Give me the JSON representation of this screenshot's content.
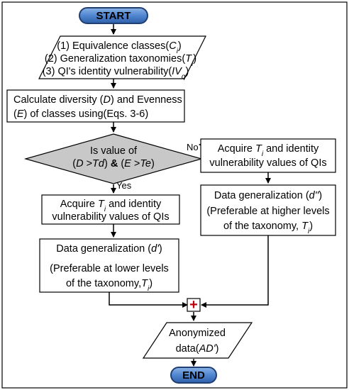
{
  "flowchart": {
    "start": "START",
    "end": "END",
    "inputs": {
      "line1": "(1) Equivalence classes(",
      "line1_sym": "C",
      "line1_sub": "i",
      "line1_tail": ")",
      "line2": "(2) Generalization taxonomies(",
      "line2_sym": "T",
      "line2_sub": "i",
      "line2_tail": ")",
      "line3": "(3) QI's identity vulnerability(",
      "line3_sym": "IV",
      "line3_sub": "q",
      "line3_tail": ")"
    },
    "calculate": {
      "a": "Calculate diversity (",
      "a_sym": "D",
      "a_tail": ") and Evenness",
      "b_open": "(",
      "b_sym": "E",
      "b_tail": ") of classes using(Eqs. 3-6)"
    },
    "decision": {
      "line1": "Is  value of",
      "line2_a": "(",
      "line2_d": "D",
      "line2_b": " >",
      "line2_td": "Td",
      "line2_c": ") ",
      "line2_amp": "&",
      "line2_d2": " (",
      "line2_e": "E",
      "line2_e2": " >",
      "line2_te": "Te",
      "line2_end": ")"
    },
    "branch_no": "No",
    "branch_yes": "Yes",
    "acquire_left": {
      "line1_a": "Acquire ",
      "line1_sym": "T",
      "line1_sub": "i",
      "line1_tail": " and identity",
      "line2": "vulnerability values of QIs"
    },
    "acquire_right": {
      "line1_a": "Acquire ",
      "line1_sym": "T",
      "line1_sub": "i",
      "line1_tail": " and identity",
      "line2": "vulnerability values of QIs"
    },
    "gen_left": {
      "line1_a": "Data generalization  (",
      "line1_sym": "d'",
      "line1_tail": ")",
      "line2": "(Preferable at lower levels",
      "line3_a": "of the taxonomy,",
      "line3_sym": "T",
      "line3_sub": "i",
      "line3_tail": ")"
    },
    "gen_right": {
      "line1_a": "Data generalization  (",
      "line1_sym": "d''",
      "line1_tail": ")",
      "line2": "(Preferable at higher levels",
      "line3_a": "of the taxonomy,  ",
      "line3_sym": "T",
      "line3_sub": "i",
      "line3_tail": ")"
    },
    "output": {
      "line1": "Anonymized",
      "line2_a": "data(",
      "line2_sym": "AD'",
      "line2_tail": ")"
    },
    "merge_symbol": "+",
    "colors": {
      "terminal_fill": "#3a73c4",
      "terminal_outline": "#1f3f73",
      "decision_fill": "#c8c8c8",
      "merge_plus": "#c0000a",
      "stroke": "#000000"
    }
  }
}
